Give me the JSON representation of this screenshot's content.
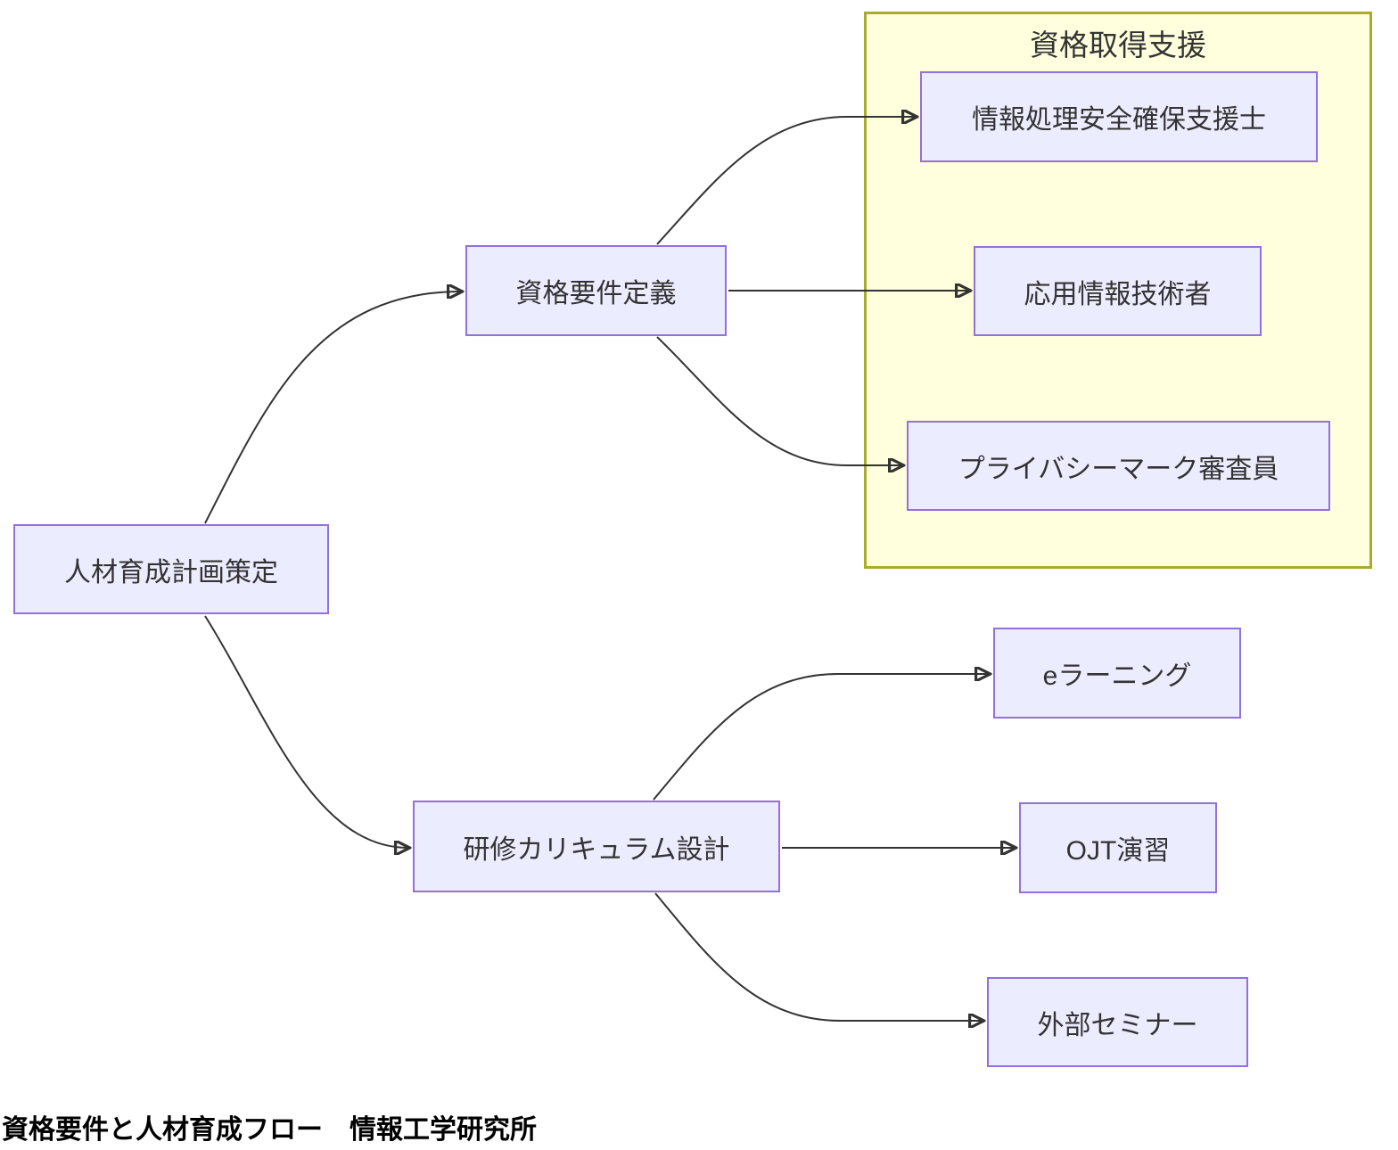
{
  "colors": {
    "node_fill": "#ECECFF",
    "node_border": "#9370DB",
    "cluster_fill": "#FFFFDE",
    "cluster_border": "#AAAA33",
    "edge": "#333333",
    "node_text": "#333333",
    "caption_text": "#000000"
  },
  "diagram": {
    "cluster": {
      "title": "資格取得支援"
    },
    "nodes": {
      "plan": {
        "label": "人材育成計画策定"
      },
      "qual_def": {
        "label": "資格要件定義"
      },
      "curriculum": {
        "label": "研修カリキュラム設計"
      },
      "sc_specialist": {
        "label": "情報処理安全確保支援士"
      },
      "applied_it": {
        "label": "応用情報技術者"
      },
      "pmark_auditor": {
        "label": "プライバシーマーク審査員"
      },
      "elearning": {
        "label": "eラーニング"
      },
      "ojt": {
        "label": "OJT演習"
      },
      "seminar": {
        "label": "外部セミナー"
      }
    },
    "edges": [
      {
        "from": "plan",
        "to": "qual_def"
      },
      {
        "from": "plan",
        "to": "curriculum"
      },
      {
        "from": "qual_def",
        "to": "sc_specialist"
      },
      {
        "from": "qual_def",
        "to": "applied_it"
      },
      {
        "from": "qual_def",
        "to": "pmark_auditor"
      },
      {
        "from": "curriculum",
        "to": "elearning"
      },
      {
        "from": "curriculum",
        "to": "ojt"
      },
      {
        "from": "curriculum",
        "to": "seminar"
      }
    ],
    "caption": "資格要件と人材育成フロー　情報工学研究所"
  }
}
